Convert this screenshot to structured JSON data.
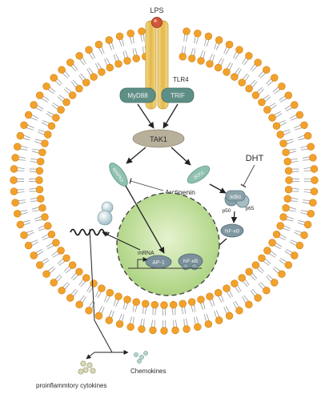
{
  "labels": {
    "lps": "LPS",
    "tlr4": "TLR4",
    "myd88": "MyD88",
    "trif": "TRIF",
    "tak1": "TAK1",
    "mapks": "MAPKs",
    "ikks": "IKKs",
    "dht": "DHT",
    "ikb": "IκBα",
    "p50": "p50",
    "p65": "p65",
    "nfkb_cyto": "NF-κB",
    "arctigenin": "Arctigenin",
    "mrna": "mRNA",
    "ap1": "AP-1",
    "nfkb_nuc": "NF-κB",
    "proinflammatory": "proinflammtory cytokines",
    "chemokines": "Chemokines"
  },
  "colors": {
    "phospholipid_head": "#f2a22c",
    "phospholipid_tail": "#9a9a9a",
    "receptor": "#e9c25a",
    "adaptor": "#5e8f86",
    "tak1": "#b8b09a",
    "kinase": "#8fc1b0",
    "nucleus": "#b9db8e",
    "nfkb": "#6d7d8a",
    "lps": "#d0573b"
  }
}
